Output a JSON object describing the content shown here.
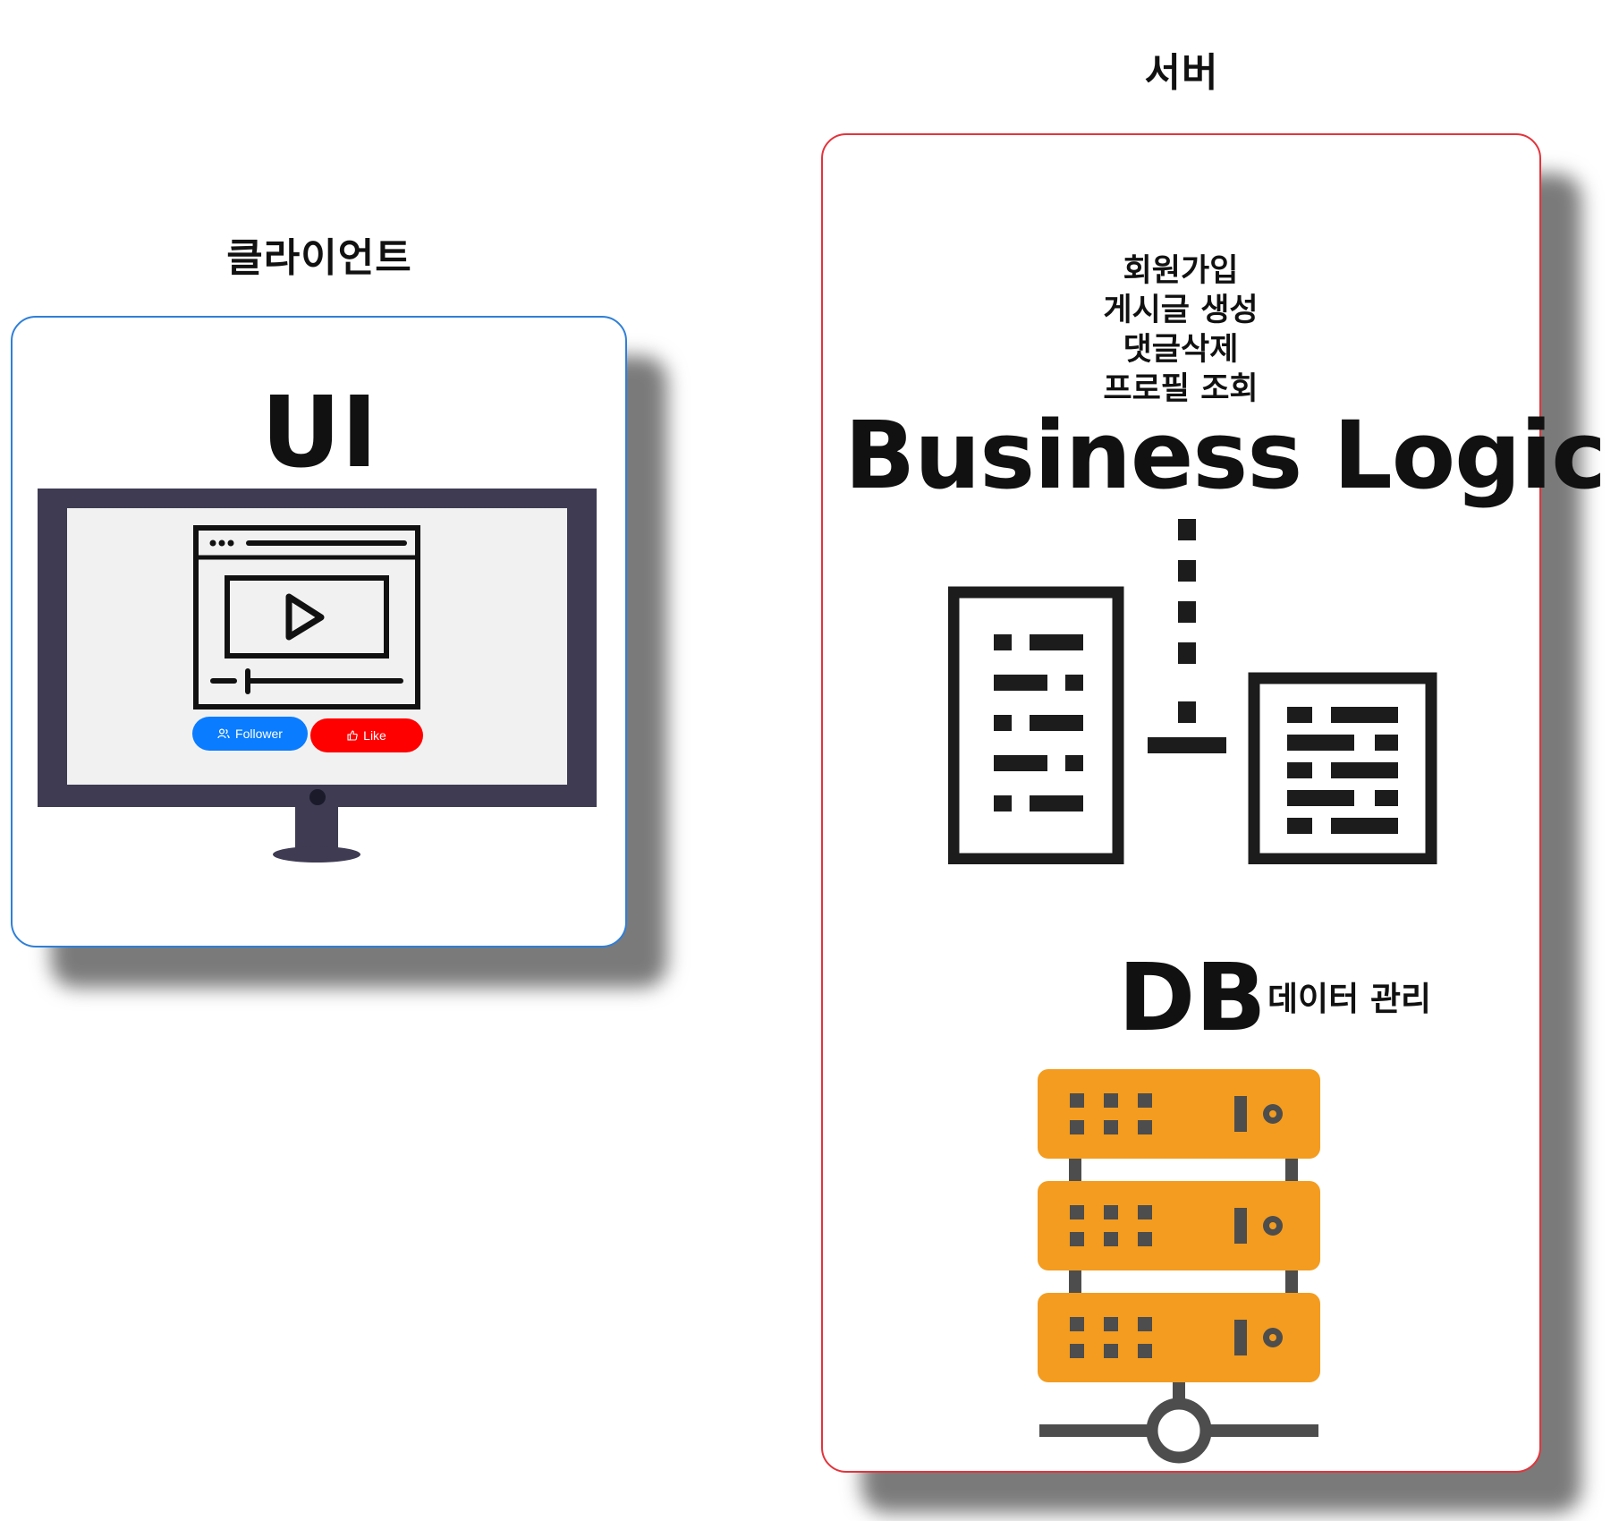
{
  "client": {
    "title": "클라이언트",
    "ui_label": "UI",
    "buttons": {
      "follower_label": "Follower",
      "like_label": "Like"
    },
    "colors": {
      "border": "#2f7fd8",
      "monitor_frame": "#3e3b53",
      "screen": "#f1f1f1",
      "follower_button": "#0a7cff",
      "like_button": "#ff0000"
    }
  },
  "server": {
    "title": "서버",
    "features": [
      "회원가입",
      "게시글 생성",
      "댓글삭제",
      "프로필 조회"
    ],
    "business_logic_label": "Business Logic",
    "db_label": "DB",
    "db_sub_label": "데이터 관리",
    "colors": {
      "border": "#e2343c",
      "db_accent": "#f39c1f",
      "db_dark": "#4d4d4d"
    }
  }
}
